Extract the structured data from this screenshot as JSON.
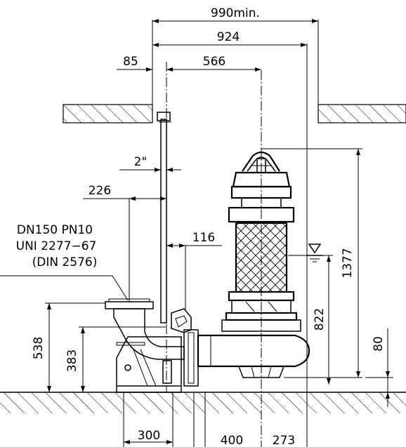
{
  "dimensions": {
    "min_clearance": "990min.",
    "opening_width": "924",
    "offset_85": "85",
    "offset_566": "566",
    "pipe_size": "2\"",
    "dim_226": "226",
    "dim_116": "116",
    "dim_538": "538",
    "dim_383": "383",
    "dim_300": "300",
    "dim_400": "400",
    "dim_273": "273",
    "dim_1377": "1377",
    "dim_822": "822",
    "dim_80": "80"
  },
  "flange_spec": {
    "line1": "DN150  PN10",
    "line2": "UNI  2277−67",
    "line3": "(DIN  2576)"
  },
  "colors": {
    "ink": "#000000",
    "background": "#ffffff"
  },
  "icons": {
    "water_level": "water-level-icon"
  }
}
